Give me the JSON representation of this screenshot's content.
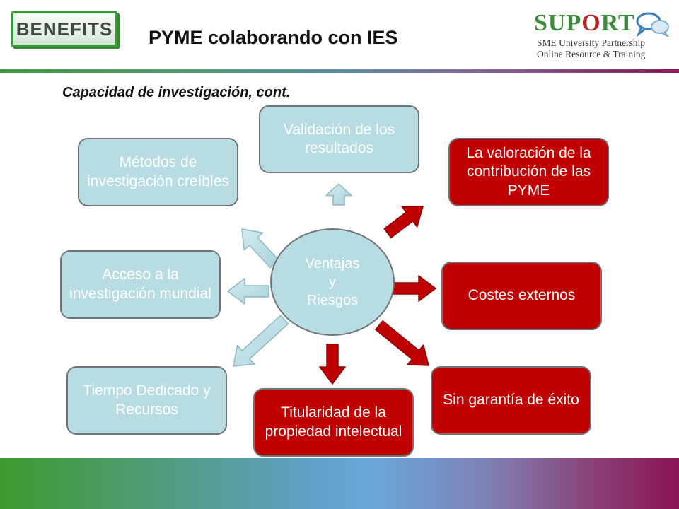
{
  "header": {
    "badge": "BENEFITS",
    "title": "PYME colaborando con IES",
    "logo": {
      "name_part1": "SUP",
      "name_part2": "O",
      "name_part3": "RT",
      "line1": "SME University Partnership",
      "line2": "Online Resource & Training"
    }
  },
  "subtitle": "Capacidad de investigación, cont.",
  "diagram": {
    "center": {
      "line1": "Ventajas",
      "line2": "y",
      "line3": "Riesgos"
    },
    "ventajas": [
      {
        "id": "validacion",
        "label": "Validación de los resultados"
      },
      {
        "id": "metodos",
        "label": "Métodos de investigación creíbles"
      },
      {
        "id": "acceso",
        "label": "Acceso a la investigación mundial"
      },
      {
        "id": "tiempo",
        "label": "Tiempo Dedicado y Recursos"
      }
    ],
    "riesgos": [
      {
        "id": "valoracion",
        "label": "La valoración de la contribución de las PYME"
      },
      {
        "id": "costes",
        "label": "Costes externos"
      },
      {
        "id": "garantia",
        "label": "Sin garantía de éxito"
      },
      {
        "id": "titularidad",
        "label": "Titularidad de la propiedad intelectual"
      }
    ]
  },
  "colors": {
    "ventaja_fill": "#b7dde3",
    "riesgo_fill": "#c00000",
    "logo_green": "#3c8a3c",
    "logo_red": "#b0262b",
    "logo_blue": "#3f7fb8"
  },
  "icons": {
    "logo_mark": "speech-bubbles-icon",
    "arrow_light": "arrow-icon",
    "arrow_dark": "arrow-icon"
  }
}
